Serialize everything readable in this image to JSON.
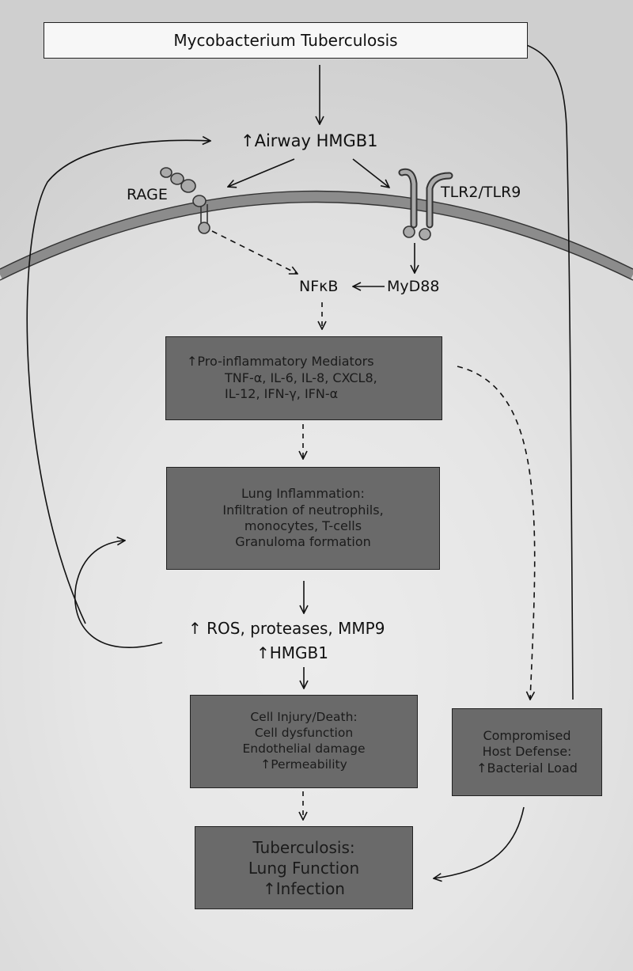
{
  "top": {
    "title": "Mycobacterium Tuberculosis"
  },
  "labels": {
    "airway_hmgb1": "↑Airway HMGB1",
    "rage": "RAGE",
    "tlr": "TLR2/TLR9",
    "nfkb": "NFκB",
    "myd88": "MyD88",
    "ros": "↑ ROS, proteases, MMP9",
    "hmgb1": "↑HMGB1"
  },
  "boxes": {
    "mediators": [
      "↑Pro-inflammatory Mediators",
      "TNF-α, IL-6, IL-8, CXCL8,",
      "IL-12, IFN-γ, IFN-α"
    ],
    "inflammation": [
      "Lung Inflammation:",
      "Infiltration of neutrophils,",
      "monocytes, T-cells",
      "Granuloma formation"
    ],
    "injury": [
      "Cell Injury/Death:",
      "Cell dysfunction",
      "Endothelial damage",
      "↑Permeability"
    ],
    "host_defense": [
      "Compromised",
      "Host Defense:",
      "↑Bacterial Load"
    ],
    "tuberculosis": [
      "Tuberculosis:",
      "Lung Function",
      "↑Infection"
    ]
  },
  "colors": {
    "box_fill": "#6a6a6a",
    "membrane": "#8c8c8c",
    "cell_interior": "#e4e4e4",
    "receptor": "#aaaaaa"
  }
}
